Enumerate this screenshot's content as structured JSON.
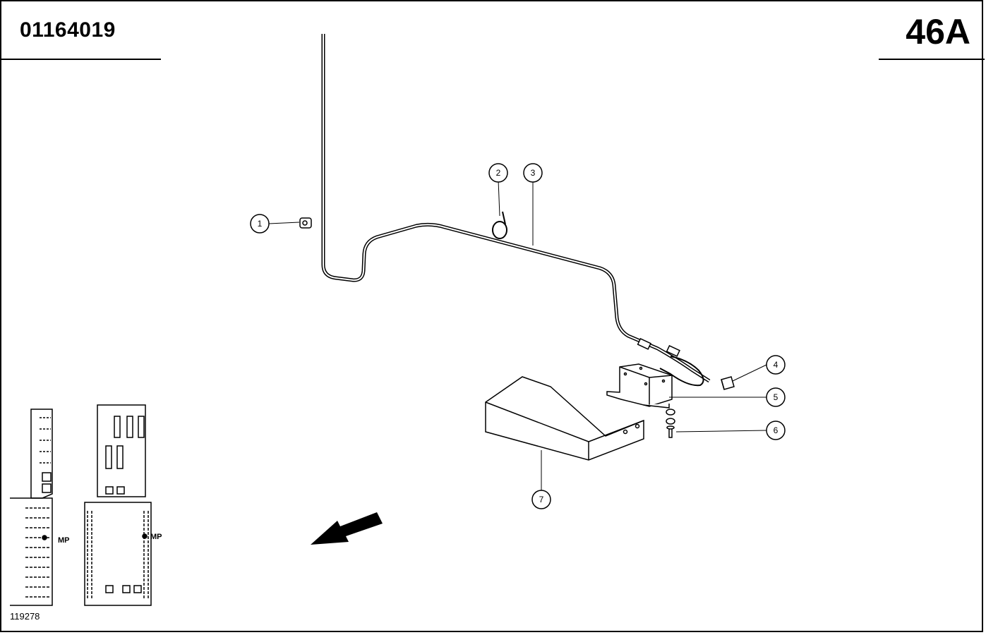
{
  "header": {
    "doc_number": "01164019",
    "page_code": "46A"
  },
  "footer": {
    "ref_number": "119278"
  },
  "callouts": [
    "1",
    "2",
    "3",
    "4",
    "5",
    "6",
    "7"
  ],
  "locator": {
    "left_label": "MP",
    "right_label": "MP"
  }
}
